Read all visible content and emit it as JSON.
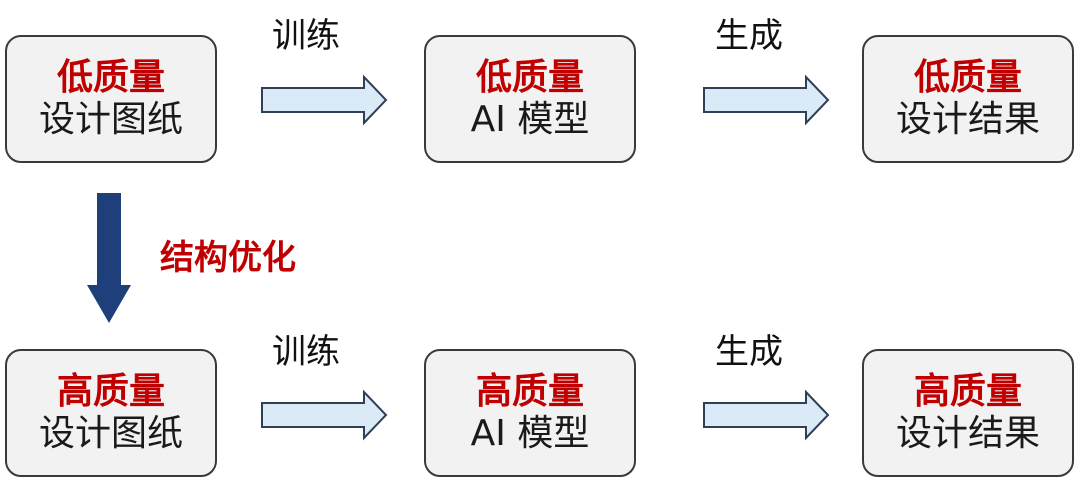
{
  "colors": {
    "box_fill": "#f2f2f2",
    "box_border": "#3a3a3a",
    "highlight_text": "#c00000",
    "arrow_light_fill": "#dbeaf7",
    "arrow_light_stroke": "#2f3f55",
    "arrow_dark_fill": "#1f3f7a"
  },
  "row_low": {
    "drawings": {
      "title": "低质量",
      "subtitle": "设计图纸"
    },
    "train_label": "训练",
    "model": {
      "title": "低质量",
      "subtitle": "AI 模型"
    },
    "generate_label": "生成",
    "results": {
      "title": "低质量",
      "subtitle": "设计结果"
    }
  },
  "optimize_label": "结构优化",
  "row_high": {
    "drawings": {
      "title": "高质量",
      "subtitle": "设计图纸"
    },
    "train_label": "训练",
    "model": {
      "title": "高质量",
      "subtitle": "AI 模型"
    },
    "generate_label": "生成",
    "results": {
      "title": "高质量",
      "subtitle": "设计结果"
    }
  }
}
